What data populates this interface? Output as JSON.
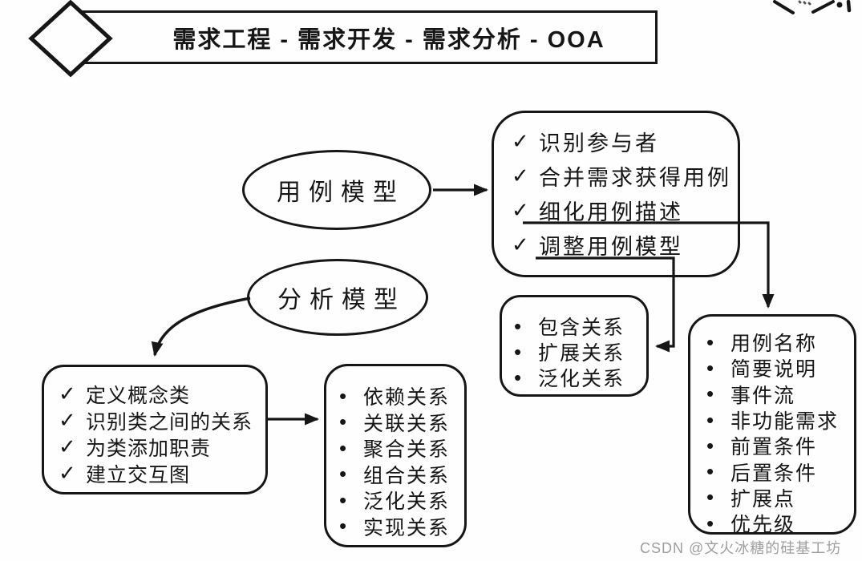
{
  "header": {
    "title": "需求工程 - 需求开发 - 需求分析 - OOA"
  },
  "ellipses": {
    "use_case_model": {
      "label": "用例模型"
    },
    "analysis_model": {
      "label": "分析模型"
    }
  },
  "boxes": {
    "use_case_steps": {
      "marker": "✓",
      "items": [
        "识别参与者",
        "合并需求获得用例",
        "细化用例描述",
        "调整用例模型"
      ]
    },
    "use_case_relations": {
      "marker": "•",
      "items": [
        "包含关系",
        "扩展关系",
        "泛化关系"
      ]
    },
    "use_case_description": {
      "marker": "•",
      "items": [
        "用例名称",
        "简要说明",
        "事件流",
        "非功能需求",
        "前置条件",
        "后置条件",
        "扩展点",
        "优先级"
      ]
    },
    "analysis_steps": {
      "marker": "✓",
      "items": [
        "定义概念类",
        "识别类之间的关系",
        "为类添加职责",
        "建立交互图"
      ]
    },
    "class_relations": {
      "marker": "•",
      "items": [
        "依赖关系",
        "关联关系",
        "聚合关系",
        "组合关系",
        "泛化关系",
        "实现关系"
      ]
    }
  },
  "icons": {
    "diamond": "diamond-outline",
    "check": "✓",
    "bullet": "•",
    "arrow": "solid-triangle-arrowhead"
  },
  "colors": {
    "ink": "#161616",
    "watermark": "#9e9e9e",
    "background": "#ffffff"
  },
  "watermark": "CSDN @文火冰糖的硅基工坊"
}
